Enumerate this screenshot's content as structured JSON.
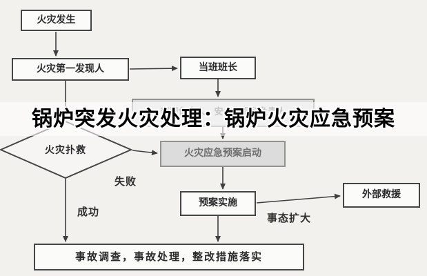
{
  "title": {
    "text": "锅炉突发火灾处理：锅炉火灾应急预案"
  },
  "flowchart": {
    "nodes": {
      "fire_occurs": {
        "label": "火灾发生"
      },
      "first_discoverer": {
        "label": "火灾第一发现人"
      },
      "shift_leader": {
        "label": "当班班长"
      },
      "dept_heads": {
        "label": "部门负责人，安全环保科负责人"
      },
      "fire_fighting": {
        "label": "火灾扑救",
        "shape": "diamond"
      },
      "plan_activation": {
        "label": "火灾应急预案启动"
      },
      "plan_implementation": {
        "label": "预案实施"
      },
      "external_rescue": {
        "label": "外部救援"
      },
      "investigation": {
        "label": "事故调查，事故处理，整改措施落实"
      }
    },
    "edge_labels": {
      "fail": "失败",
      "success": "成功",
      "escalation": "事态扩大"
    }
  },
  "colors": {
    "background": "#f2f1ee",
    "node_border": "#454545",
    "node_fill": "#fbfbfa",
    "muted_node_fill": "#dcdcdc",
    "arrow": "#3f3f3f",
    "title_text": "#000000",
    "title_outline": "#ffffff"
  }
}
